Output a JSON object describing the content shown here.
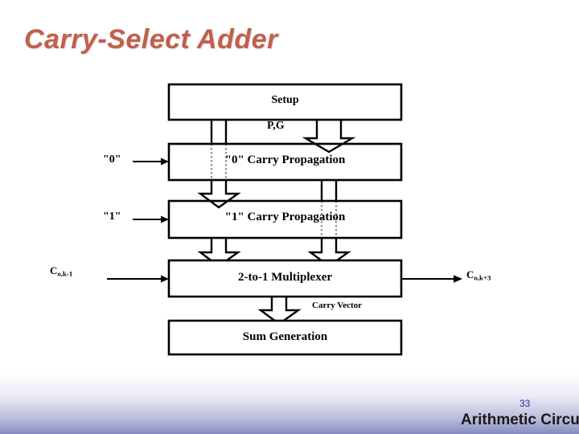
{
  "slide": {
    "title": "Carry-Select Adder"
  },
  "diagram": {
    "boxes": [
      {
        "id": "setup",
        "label": "Setup"
      },
      {
        "id": "carry0",
        "label": "\"0\" Carry Propagation"
      },
      {
        "id": "carry1",
        "label": "\"1\" Carry Propagation"
      },
      {
        "id": "mux",
        "label": "2-to-1  Multiplexer"
      },
      {
        "id": "sum",
        "label": "Sum Generation"
      }
    ],
    "edge_labels": {
      "pg": "P,G",
      "carry_vector": "Carry Vector"
    },
    "side_inputs": {
      "zero": "\"0\"",
      "one": "\"1\"",
      "carry_in_base": "C",
      "carry_in_sub": "o,k-1"
    },
    "side_outputs": {
      "carry_out_base": "C",
      "carry_out_sub": "o,k+3"
    },
    "colors": {
      "stroke": "#000000",
      "dashed_stroke": "#9a9a9a",
      "box_fill": "#ffffff"
    }
  },
  "footer": {
    "page_number": "33",
    "title": "Arithmetic Circuits"
  }
}
